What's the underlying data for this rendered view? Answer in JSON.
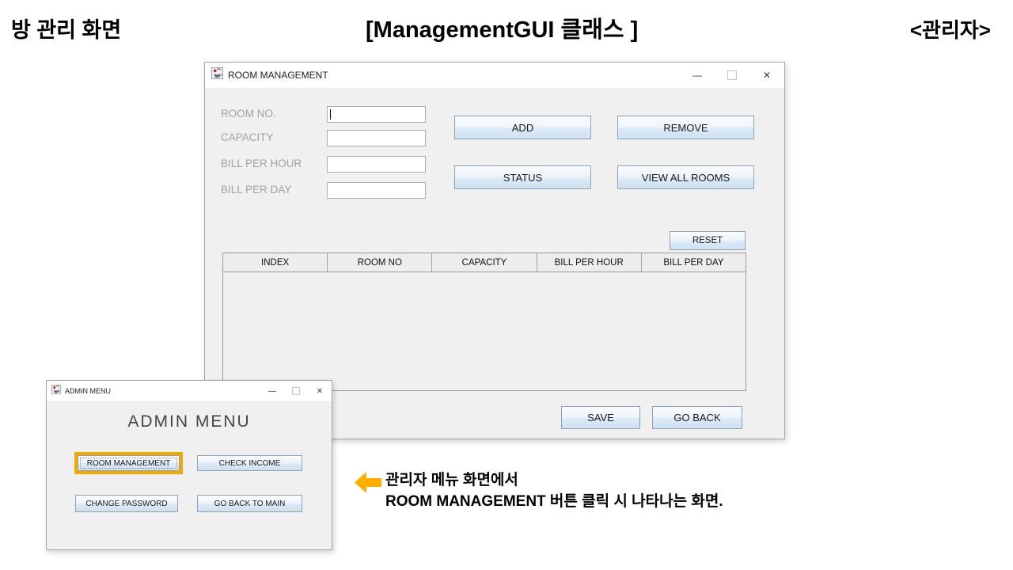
{
  "page": {
    "title_left": "방 관리 화면",
    "title_center": "[ManagementGUI 클래스 ]",
    "title_right": "<관리자>"
  },
  "main_window": {
    "title": "ROOM MANAGEMENT",
    "window_controls": {
      "minimize": "—",
      "close": "✕"
    },
    "form": {
      "fields": [
        {
          "label": "ROOM NO.",
          "value": ""
        },
        {
          "label": "CAPACITY",
          "value": ""
        },
        {
          "label": "BILL PER HOUR",
          "value": ""
        },
        {
          "label": "BILL PER DAY",
          "value": ""
        }
      ]
    },
    "buttons": {
      "add": "ADD",
      "remove": "REMOVE",
      "status": "STATUS",
      "view_all": "VIEW ALL ROOMS",
      "reset": "RESET",
      "save": "SAVE",
      "go_back": "GO BACK"
    },
    "table": {
      "headers": [
        "INDEX",
        "ROOM NO",
        "CAPACITY",
        "BILL PER HOUR",
        "BILL PER DAY"
      ],
      "rows": []
    }
  },
  "admin_window": {
    "title": "ADMIN MENU",
    "window_controls": {
      "minimize": "—",
      "close": "✕"
    },
    "heading": "ADMIN MENU",
    "buttons": {
      "room_management": "ROOM MANAGEMENT",
      "check_income": "CHECK INCOME",
      "change_password": "CHANGE PASSWORD",
      "go_back_to_main": "GO BACK TO MAIN"
    }
  },
  "annotation": {
    "line1": "관리자 메뉴 화면에서",
    "line2": "ROOM MANAGEMENT 버튼 클릭 시 나타나는 화면."
  },
  "colors": {
    "highlight_accent": "#F5A800",
    "arrow": "#FFAE00",
    "button_face_bottom": "#cfe0f0",
    "window_bg": "#f0f0f0"
  }
}
